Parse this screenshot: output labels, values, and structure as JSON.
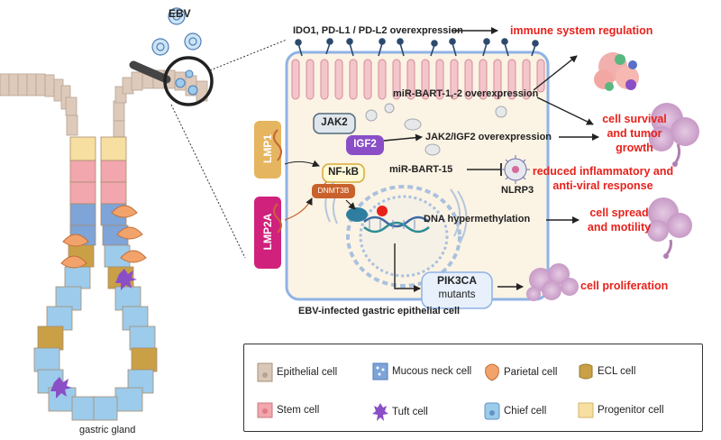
{
  "labels": {
    "ebv": "EBV",
    "immune_targets": "IDO1, PD-L1 / PD-L2 overexpression",
    "immune_outcome": "immune system regulation",
    "mir_bart_1_2": "miR-BART-1,-2 overexpression",
    "survival_outcome_1": "cell survival",
    "survival_outcome_2": "and tumor",
    "survival_outcome_3": "growth",
    "jak2": "JAK2",
    "igf2": "IGF2",
    "jak2_igf2_overexpr": "JAK2/IGF2 overexpression",
    "lmp1": "LMP1",
    "lmp2a": "LMP2A",
    "nfkb": "NF-kB",
    "dnmt3b": "DNMT3B",
    "mir_bart_15": "miR-BART-15",
    "nlrp3": "NLRP3",
    "inflammatory_outcome_1": "reduced inflammatory and",
    "inflammatory_outcome_2": "anti-viral response",
    "hypermethylation": "DNA hypermethylation",
    "spread_outcome_1": "cell spread",
    "spread_outcome_2": "and motility",
    "pik3ca": "PIK3CA",
    "mutants": "mutants",
    "proliferation_outcome": "cell proliferation",
    "cell_caption": "EBV-infected gastric epithelial cell",
    "gland_caption": "gastric gland"
  },
  "legend": [
    {
      "label": "Epithelial cell",
      "icon": "epithelial-cell",
      "color": "#d9c7b8"
    },
    {
      "label": "Mucous neck cell",
      "icon": "mucous-neck-cell",
      "color": "#7ea4d8"
    },
    {
      "label": "Parietal cell",
      "icon": "parietal-cell",
      "color": "#f2a36b"
    },
    {
      "label": "ECL cell",
      "icon": "ecl-cell",
      "color": "#c9a045"
    },
    {
      "label": "Stem cell",
      "icon": "stem-cell",
      "color": "#f2a6ad"
    },
    {
      "label": "Tuft cell",
      "icon": "tuft-cell",
      "color": "#8a4fc7"
    },
    {
      "label": "Chief cell",
      "icon": "chief-cell",
      "color": "#9ccbeb"
    },
    {
      "label": "Progenitor cell",
      "icon": "progenitor-cell",
      "color": "#f7dfa1"
    }
  ],
  "colors": {
    "outcome_red": "#e8211b",
    "lmp1_tan": "#e6b560",
    "lmp2a_magenta": "#d0217c",
    "cell_cream": "#fbf3e4",
    "membrane_pink": "#f3c6cc",
    "nucleus_blue": "#a9c1df",
    "dnmt3b_orange": "#c8612b",
    "igf2_purple": "#8a4fc7"
  }
}
